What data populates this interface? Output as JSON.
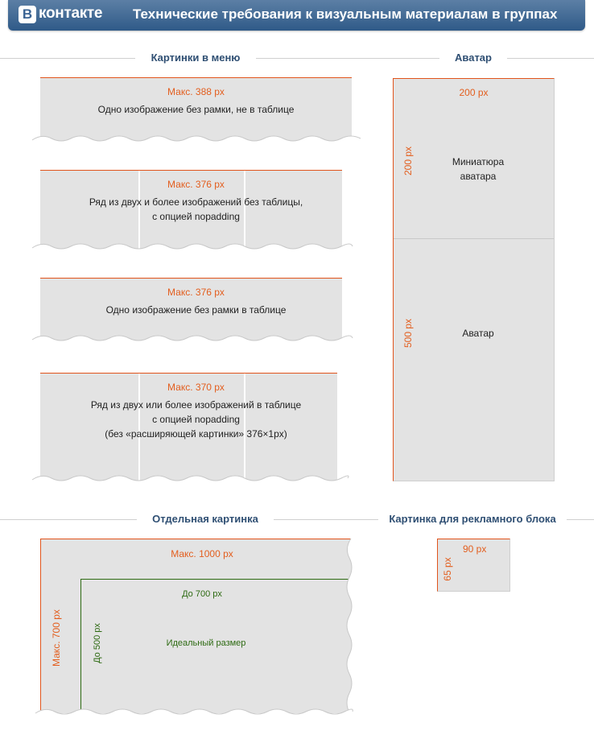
{
  "header": {
    "logo_letter": "В",
    "logo_text": "контакте",
    "title": "Технические требования к визуальным материалам в группах"
  },
  "sections": {
    "menu_images": "Картинки в меню",
    "avatar": "Аватар",
    "separate_image": "Отдельная картинка",
    "ad_image": "Картинка для рекламного блока"
  },
  "menu_boxes": [
    {
      "size": "Макс. 388 px",
      "lines": [
        "Одно изображение без рамки, не в таблице"
      ]
    },
    {
      "size": "Макс. 376 px",
      "lines": [
        "Ряд из двух и более изображений без таблицы,",
        "с опцией nopadding"
      ]
    },
    {
      "size": "Макс. 376 px",
      "lines": [
        "Одно изображение без рамки в таблице"
      ]
    },
    {
      "size": "Макс. 370 px",
      "lines": [
        "Ряд из двух или более изображений в таблице",
        "с опцией nopadding",
        "(без «расширяющей картинки» 376×1px)"
      ]
    }
  ],
  "avatar": {
    "width": "200 px",
    "thumb_height": "200 px",
    "thumb_label_1": "Миниатюра",
    "thumb_label_2": "аватара",
    "full_height": "500 px",
    "full_label": "Аватар"
  },
  "separate": {
    "max_width": "Макс. 1000 px",
    "max_height": "Макс. 700 px",
    "ideal_width": "До 700 px",
    "ideal_height": "До 500 px",
    "ideal_label": "Идеальный размер"
  },
  "ad": {
    "width": "90 px",
    "height": "65 px"
  },
  "colors": {
    "header": "#3b6494",
    "accent": "#e35e1e",
    "ideal": "#2d6a12",
    "box": "#e3e3e3",
    "section_text": "#2f4f73"
  }
}
